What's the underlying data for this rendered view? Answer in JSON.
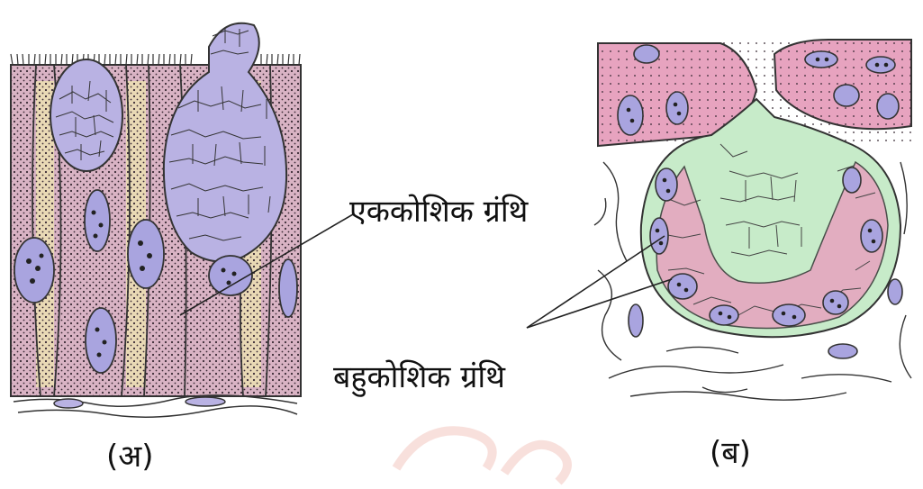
{
  "labels": {
    "unicellular_gland": "एककोशिक ग्रंथि",
    "multicellular_gland": "बहुकोशिक ग्रंथि"
  },
  "captions": {
    "a": "(अ)",
    "b": "(ब)"
  },
  "colors": {
    "cell_pink": "#d9b3c4",
    "cell_yellow": "#ece2b2",
    "goblet_lavender": "#b9b2e3",
    "nucleus": "#a9a4df",
    "gland_green": "#c7ebc9",
    "gland_pink": "#e7a3bf",
    "watermark": "#f3c7c0"
  }
}
